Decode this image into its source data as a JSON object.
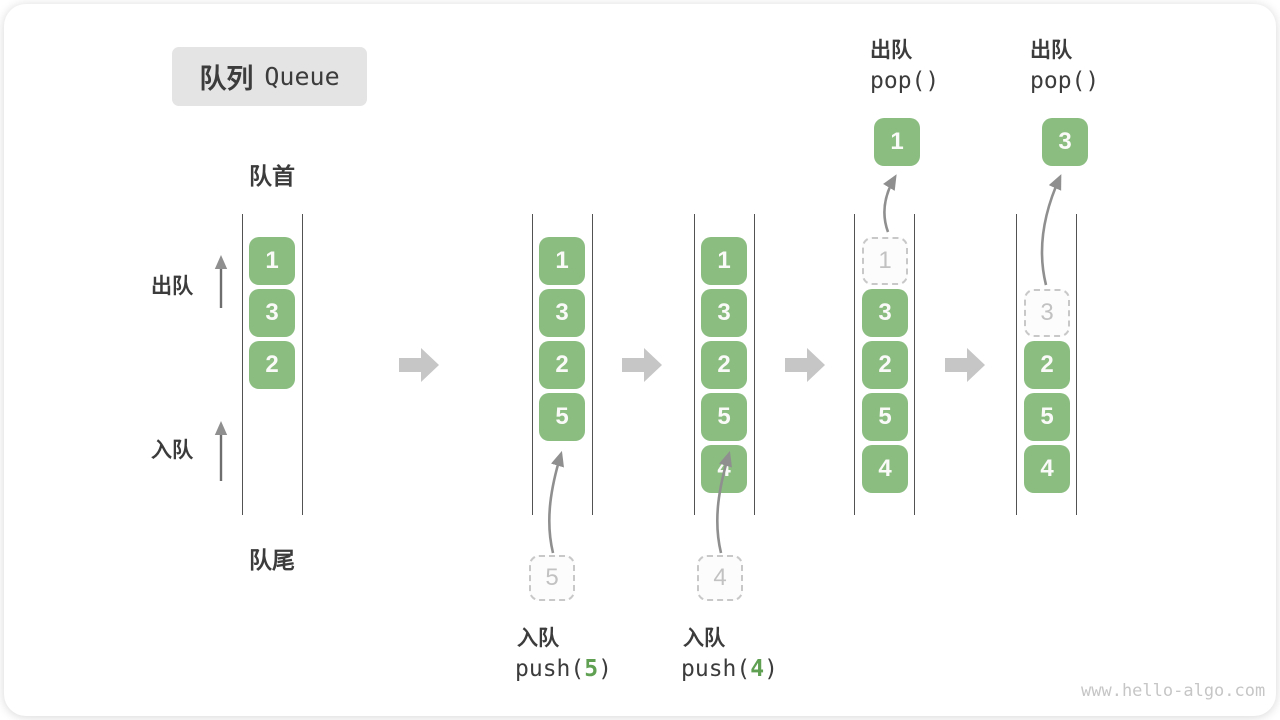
{
  "title": {
    "zh": "队列",
    "en": "Queue"
  },
  "labels": {
    "front": "队首",
    "rear": "队尾",
    "dequeue": "出队",
    "enqueue": "入队"
  },
  "colors": {
    "box_green": "#8BBD81",
    "code_arg_green": "#5FA052",
    "title_badge_bg": "#e4e4e4",
    "text_dark": "#3c3c3c",
    "channel_line": "#525252",
    "curved_arrow": "#8f8f8f",
    "block_arrow": "#c6c6c6",
    "ghost_border": "#c8c8c8",
    "ghost_text": "#c2c2c2",
    "watermark": "#c6c6c6"
  },
  "stages": [
    {
      "boxes": [
        {
          "v": "1"
        },
        {
          "v": "3"
        },
        {
          "v": "2"
        }
      ]
    },
    {
      "boxes": [
        {
          "v": "1"
        },
        {
          "v": "3"
        },
        {
          "v": "2"
        },
        {
          "v": "5"
        }
      ],
      "pending": {
        "v": "5"
      },
      "op": {
        "zh": "入队",
        "fn_open": "push(",
        "arg": "5",
        "fn_close": ")"
      }
    },
    {
      "boxes": [
        {
          "v": "1"
        },
        {
          "v": "3"
        },
        {
          "v": "2"
        },
        {
          "v": "5"
        },
        {
          "v": "4"
        }
      ],
      "pending": {
        "v": "4"
      },
      "op": {
        "zh": "入队",
        "fn_open": "push(",
        "arg": "4",
        "fn_close": ")"
      }
    },
    {
      "ghost": {
        "v": "1"
      },
      "boxes": [
        {
          "v": "3"
        },
        {
          "v": "2"
        },
        {
          "v": "5"
        },
        {
          "v": "4"
        }
      ],
      "popped": {
        "v": "1"
      },
      "op": {
        "zh": "出队",
        "fn": "pop()"
      }
    },
    {
      "ghost": {
        "v": "3"
      },
      "boxes": [
        {
          "v": "2"
        },
        {
          "v": "5"
        },
        {
          "v": "4"
        }
      ],
      "popped": {
        "v": "3"
      },
      "op": {
        "zh": "出队",
        "fn": "pop()"
      }
    }
  ],
  "watermark": "www.hello-algo.com"
}
